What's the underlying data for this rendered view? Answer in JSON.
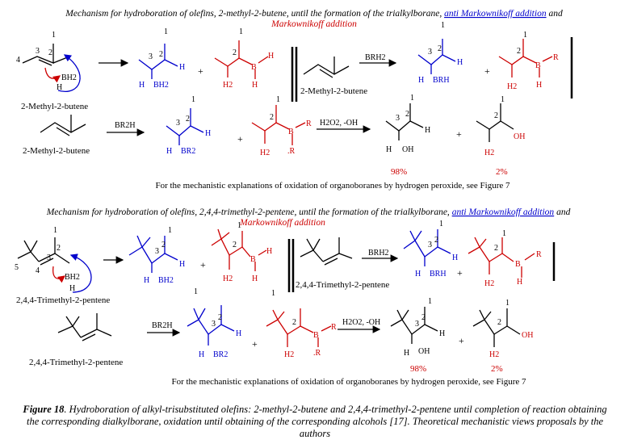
{
  "top": {
    "title_a": "Mechanism for hydroboration of olefins, 2-methyl-2-butene, until the formation of the trialkylborane, ",
    "title_anti": "anti Markownikoff addition",
    "title_and": " and",
    "title_mark": "Markownikoff addition",
    "compound": "2-Methyl-2-butene",
    "reagent_bh2": "BH2",
    "reagent_brh2": "BRH2",
    "reagent_br2h": "BR2H",
    "oxidant": "H2O2, -OH",
    "yield_anti": "98%",
    "yield_mark": "2%",
    "note": "For the mechanistic explanations of oxidation of organoboranes by hydrogen peroxide, see Figure 7"
  },
  "bottom": {
    "title_a": "Mechanism for hydroboration of olefins, 2,4,4-trimethyl-2-pentene, until the formation of the trialkylborane, ",
    "title_anti": "anti Markownikoff addition",
    "title_and": " and",
    "title_mark": "Markownikoff addition",
    "compound": "2,4,4-Trimethyl-2-pentene",
    "yield_anti": "98%",
    "yield_mark": "2%",
    "note": "For the mechanistic explanations of oxidation of organoboranes by hydrogen peroxide, see Figure 7"
  },
  "caption": {
    "label": "Figure 18",
    "text": ". Hydroboration of alkyl-trisubstituted olefins: 2-methyl-2-butene and 2,4,4-trimethyl-2-pentene until completion of reaction obtaining the corresponding dialkylborane, oxidation until obtaining of the corresponding alcohols [17]. Theoretical mechanistic views proposals by the authors"
  },
  "labels": {
    "one": "1",
    "two": "2",
    "three": "3",
    "four": "4",
    "five": "5",
    "h": "H",
    "b": "B",
    "r": "R",
    "h2": "H2",
    "bh2": "BH2",
    "brh": "BRH",
    "br2": "BR2",
    "oh": "OH",
    "dotr": ".R"
  },
  "colors": {
    "blue": "#0000cc",
    "red": "#cc0000",
    "black": "#000000"
  }
}
